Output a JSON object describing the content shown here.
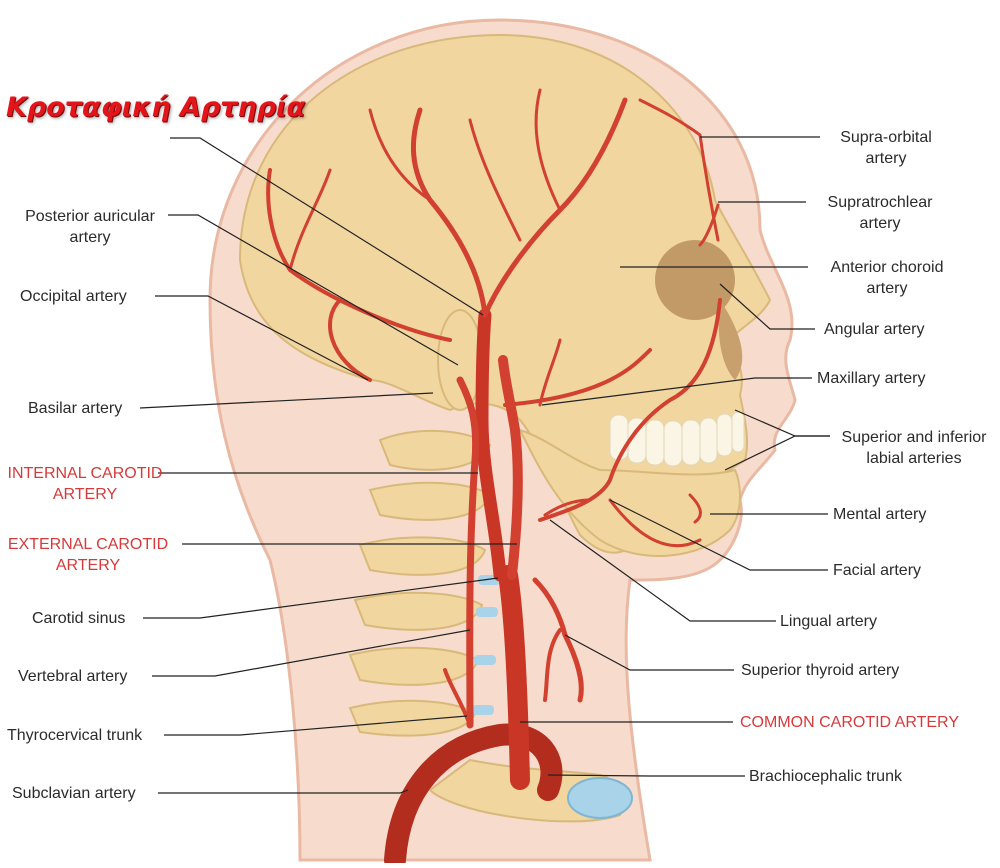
{
  "title": "Κροταφική Αρτηρία",
  "colors": {
    "artery": "#d2402f",
    "artery_dark": "#a72a1f",
    "bone": "#f2d9a8",
    "skin": "#f6d8c8",
    "cartilage": "#a9d3e8",
    "label_red": "#d63a3a",
    "label": "#2b2b2b"
  },
  "labels_left": {
    "posterior_auricular": [
      "Posterior auricular",
      "artery"
    ],
    "occipital": [
      "Occipital artery"
    ],
    "basilar": [
      "Basilar artery"
    ],
    "internal_carotid": [
      "INTERNAL CAROTID",
      "ARTERY"
    ],
    "external_carotid": [
      "EXTERNAL CAROTID",
      "ARTERY"
    ],
    "carotid_sinus": [
      "Carotid sinus"
    ],
    "vertebral": [
      "Vertebral artery"
    ],
    "thyrocervical": [
      "Thyrocervical trunk"
    ],
    "subclavian": [
      "Subclavian artery"
    ]
  },
  "labels_right": {
    "supra_orbital": [
      "Supra-orbital",
      "artery"
    ],
    "supratrochlear": [
      "Supratrochlear",
      "artery"
    ],
    "anterior_choroid": [
      "Anterior choroid",
      "artery"
    ],
    "angular": [
      "Angular artery"
    ],
    "maxillary": [
      "Maxillary artery"
    ],
    "labial": [
      "Superior and inferior",
      "labial arteries"
    ],
    "mental": [
      "Mental artery"
    ],
    "facial": [
      "Facial artery"
    ],
    "lingual": [
      "Lingual artery"
    ],
    "superior_thyroid": [
      "Superior thyroid artery"
    ],
    "common_carotid": [
      "COMMON CAROTID ARTERY"
    ],
    "brachiocephalic": [
      "Brachiocephalic trunk"
    ]
  }
}
